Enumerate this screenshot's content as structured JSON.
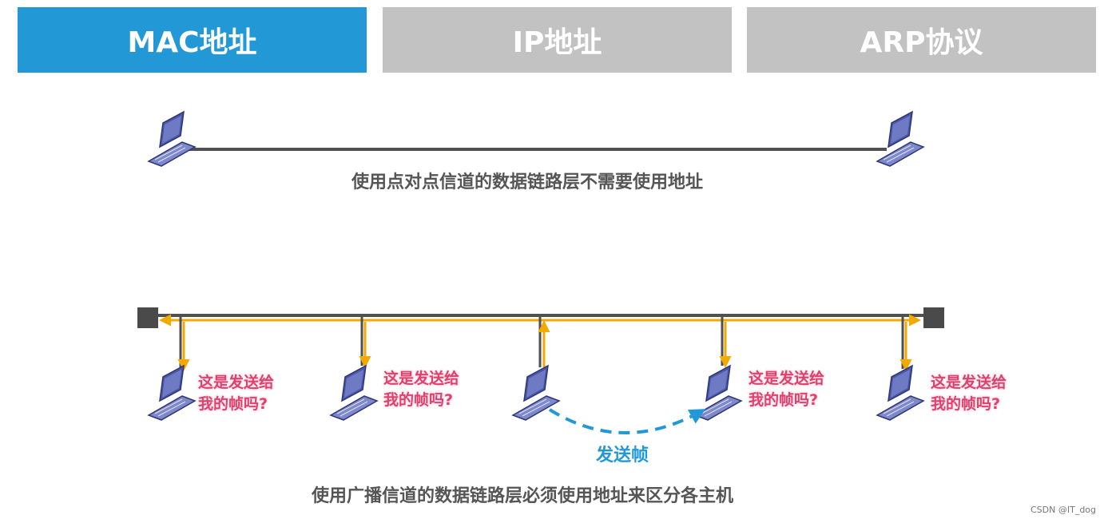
{
  "tabs": [
    {
      "label": "MAC地址",
      "active": true
    },
    {
      "label": "IP地址",
      "active": false
    },
    {
      "label": "ARP协议",
      "active": false
    }
  ],
  "point_to_point_caption": "使用点对点信道的数据链路层不需要使用地址",
  "broadcast_caption": "使用广播信道的数据链路层必须使用地址来区分各主机",
  "host_question": [
    "这是发送给",
    "我的帧吗?"
  ],
  "send_frame_label": "发送帧",
  "watermark": "CSDN @IT_dog",
  "colors": {
    "active_tab": "#2299d6",
    "inactive_tab": "#c2c2c2",
    "bus_signal": "#f2a900",
    "send_arrow": "#2299d6",
    "question_text": "#e0406e",
    "laptop": "#4c58a6"
  },
  "icons": [
    "laptop-icon",
    "bus-terminator-icon",
    "send-arrow-icon"
  ]
}
